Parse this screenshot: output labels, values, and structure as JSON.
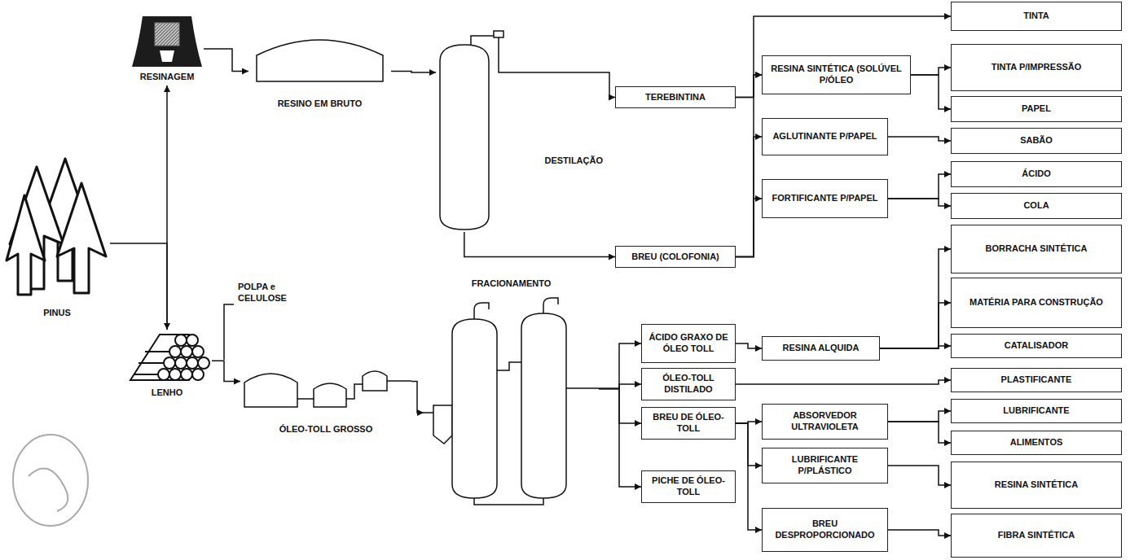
{
  "diagram": {
    "nodes": [
      {
        "text": [
          "PINUS"
        ]
      },
      {
        "text": [
          "RESINAGEM"
        ]
      },
      {
        "text": [
          "LENHO"
        ]
      },
      {
        "text": [
          "RESINO EM BRUTO"
        ]
      },
      {
        "text": [
          "DESTILAÇÃO"
        ]
      },
      {
        "text": [
          "ÓLEO-TOLL GROSSO"
        ]
      },
      {
        "text": [
          "FRACIONAMENTO"
        ]
      },
      {
        "text": [
          "TEREBINTINA"
        ]
      },
      {
        "text": [
          "BREU (COLOFONIA)"
        ]
      },
      {
        "text": [
          "ÁCIDO GRAXO DE ÓLEO TOLL"
        ]
      },
      {
        "text": [
          "ÓLEO-TOLL DISTILADO"
        ]
      },
      {
        "text": [
          "BREU DE ÓLEO-TOLL"
        ]
      },
      {
        "text": [
          "PICHE DE ÓLEO-TOLL"
        ]
      },
      {
        "text": [
          "RESINA SINTÉTICA (SOLÚVEL P/ÓLEO"
        ]
      },
      {
        "text": [
          "AGLUTINANTE P/PAPEL"
        ]
      },
      {
        "text": [
          "FORTIFICANTE P/PAPEL"
        ]
      },
      {
        "text": [
          "RESINA ALQUIDA"
        ]
      },
      {
        "text": [
          "ABSORVEDOR ULTRAVIOLETA"
        ]
      },
      {
        "text": [
          "LUBRIFICANTE P/PLÁSTICO"
        ]
      },
      {
        "text": [
          "BREU DESPROPORCIONADO"
        ]
      },
      {
        "text": [
          "TINTA"
        ]
      },
      {
        "text": [
          "TINTA P/IMPRESSÃO"
        ]
      },
      {
        "text": [
          "PAPEL"
        ]
      },
      {
        "text": [
          "SABÃO"
        ]
      },
      {
        "text": [
          "ÁCIDO"
        ]
      },
      {
        "text": [
          "COLA"
        ]
      },
      {
        "text": [
          "BORRACHA SINTÉTICA"
        ]
      },
      {
        "text": [
          "MATÉRIA PARA CONSTRUÇÃO"
        ]
      },
      {
        "text": [
          "CATALISADOR"
        ]
      },
      {
        "text": [
          "PLASTIFICANTE"
        ]
      },
      {
        "text": [
          "LUBRIFICANTE"
        ]
      },
      {
        "text": [
          "ALIMENTOS"
        ]
      },
      {
        "text": [
          "RESINA SINTÉTICA"
        ]
      },
      {
        "text": [
          "FIBRA SINTÉTICA"
        ]
      }
    ],
    "edges": [
      {
        "from": 0,
        "to": 2,
        "arrow": "none"
      },
      {
        "from": 1,
        "to": 2,
        "arrow": "both"
      },
      {
        "from": 1,
        "to": 3,
        "arrow": "to"
      },
      {
        "from": 3,
        "to": 4,
        "arrow": "to"
      },
      {
        "from": 4,
        "to": 7,
        "arrow": "to"
      },
      {
        "from": 4,
        "to": 8,
        "arrow": "to"
      },
      {
        "from": 2,
        "to": 5,
        "arrow": "to"
      },
      {
        "from": 5,
        "to": 6,
        "arrow": "to"
      },
      {
        "from": 6,
        "to": 9,
        "arrow": "to"
      },
      {
        "from": 6,
        "to": 10,
        "arrow": "to"
      },
      {
        "from": 6,
        "to": 11,
        "arrow": "to"
      },
      {
        "from": 6,
        "to": 12,
        "arrow": "to"
      },
      {
        "from": 7,
        "to": 13,
        "arrow": "to"
      },
      {
        "from": 7,
        "to": 20,
        "arrow": "to"
      },
      {
        "from": 8,
        "to": 13,
        "arrow": "to"
      },
      {
        "from": 8,
        "to": 14,
        "arrow": "to"
      },
      {
        "from": 8,
        "to": 15,
        "arrow": "to"
      },
      {
        "from": 9,
        "to": 16,
        "arrow": "to"
      },
      {
        "from": 11,
        "to": 17,
        "arrow": "to"
      },
      {
        "from": 11,
        "to": 18,
        "arrow": "to"
      },
      {
        "from": 11,
        "to": 19,
        "arrow": "to"
      },
      {
        "from": 13,
        "to": 21,
        "arrow": "to"
      },
      {
        "from": 13,
        "to": 22,
        "arrow": "to"
      },
      {
        "from": 14,
        "to": 23,
        "arrow": "to"
      },
      {
        "from": 15,
        "to": 24,
        "arrow": "to"
      },
      {
        "from": 15,
        "to": 25,
        "arrow": "to"
      },
      {
        "from": 16,
        "to": 26,
        "arrow": "to"
      },
      {
        "from": 16,
        "to": 27,
        "arrow": "to"
      },
      {
        "from": 16,
        "to": 28,
        "arrow": "to"
      },
      {
        "from": 10,
        "to": 29,
        "arrow": "to"
      },
      {
        "from": 17,
        "to": 30,
        "arrow": "to"
      },
      {
        "from": 17,
        "to": 31,
        "arrow": "to"
      },
      {
        "from": 18,
        "to": 32,
        "arrow": "to"
      },
      {
        "from": 19,
        "to": 33,
        "arrow": "to"
      }
    ],
    "labels": [
      "POLPA e CELULOSE"
    ]
  }
}
